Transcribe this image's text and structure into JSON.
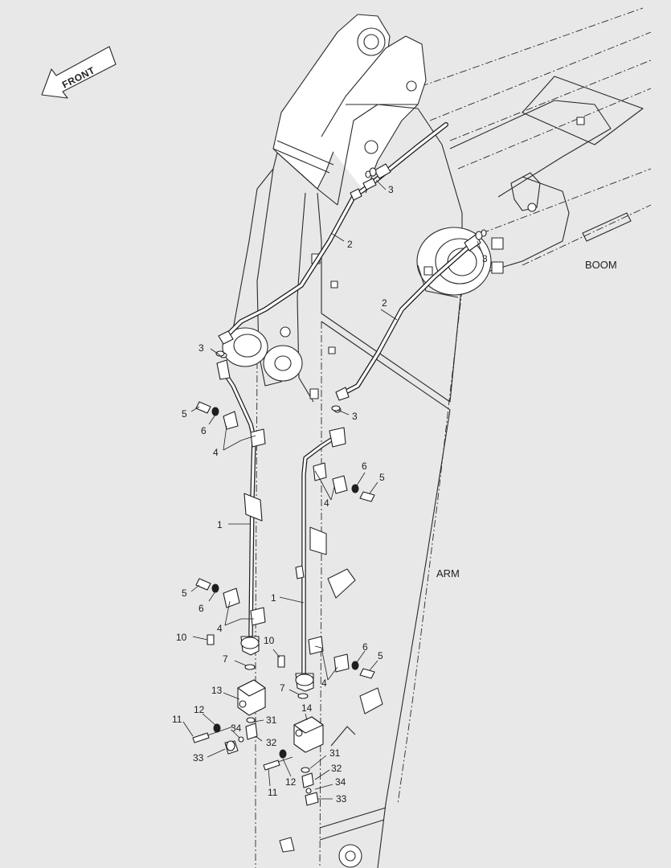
{
  "direction_label": "FRONT",
  "region_labels": {
    "boom": "BOOM",
    "arm": "ARM"
  },
  "callouts": [
    {
      "id": "c1",
      "text": "1"
    },
    {
      "id": "c2",
      "text": "1"
    },
    {
      "id": "c3",
      "text": "2"
    },
    {
      "id": "c4",
      "text": "2"
    },
    {
      "id": "c5",
      "text": "3"
    },
    {
      "id": "c6",
      "text": "3"
    },
    {
      "id": "c7",
      "text": "3"
    },
    {
      "id": "c8",
      "text": "3"
    },
    {
      "id": "c9",
      "text": "4"
    },
    {
      "id": "c10",
      "text": "4"
    },
    {
      "id": "c11",
      "text": "4"
    },
    {
      "id": "c12",
      "text": "4"
    },
    {
      "id": "c13",
      "text": "5"
    },
    {
      "id": "c14",
      "text": "5"
    },
    {
      "id": "c15",
      "text": "5"
    },
    {
      "id": "c16",
      "text": "5"
    },
    {
      "id": "c17",
      "text": "6"
    },
    {
      "id": "c18",
      "text": "6"
    },
    {
      "id": "c19",
      "text": "6"
    },
    {
      "id": "c20",
      "text": "6"
    },
    {
      "id": "c21",
      "text": "7"
    },
    {
      "id": "c22",
      "text": "7"
    },
    {
      "id": "c23",
      "text": "10"
    },
    {
      "id": "c24",
      "text": "10"
    },
    {
      "id": "c25",
      "text": "11"
    },
    {
      "id": "c26",
      "text": "11"
    },
    {
      "id": "c27",
      "text": "12"
    },
    {
      "id": "c28",
      "text": "12"
    },
    {
      "id": "c29",
      "text": "13"
    },
    {
      "id": "c30",
      "text": "14"
    },
    {
      "id": "c31",
      "text": "31"
    },
    {
      "id": "c32",
      "text": "31"
    },
    {
      "id": "c33",
      "text": "32"
    },
    {
      "id": "c34",
      "text": "32"
    },
    {
      "id": "c35",
      "text": "33"
    },
    {
      "id": "c36",
      "text": "33"
    },
    {
      "id": "c37",
      "text": "34"
    },
    {
      "id": "c38",
      "text": "34"
    }
  ],
  "colors": {
    "background": "#e8e8e8",
    "line": "#1e1e1e",
    "fill": "#ffffff"
  }
}
